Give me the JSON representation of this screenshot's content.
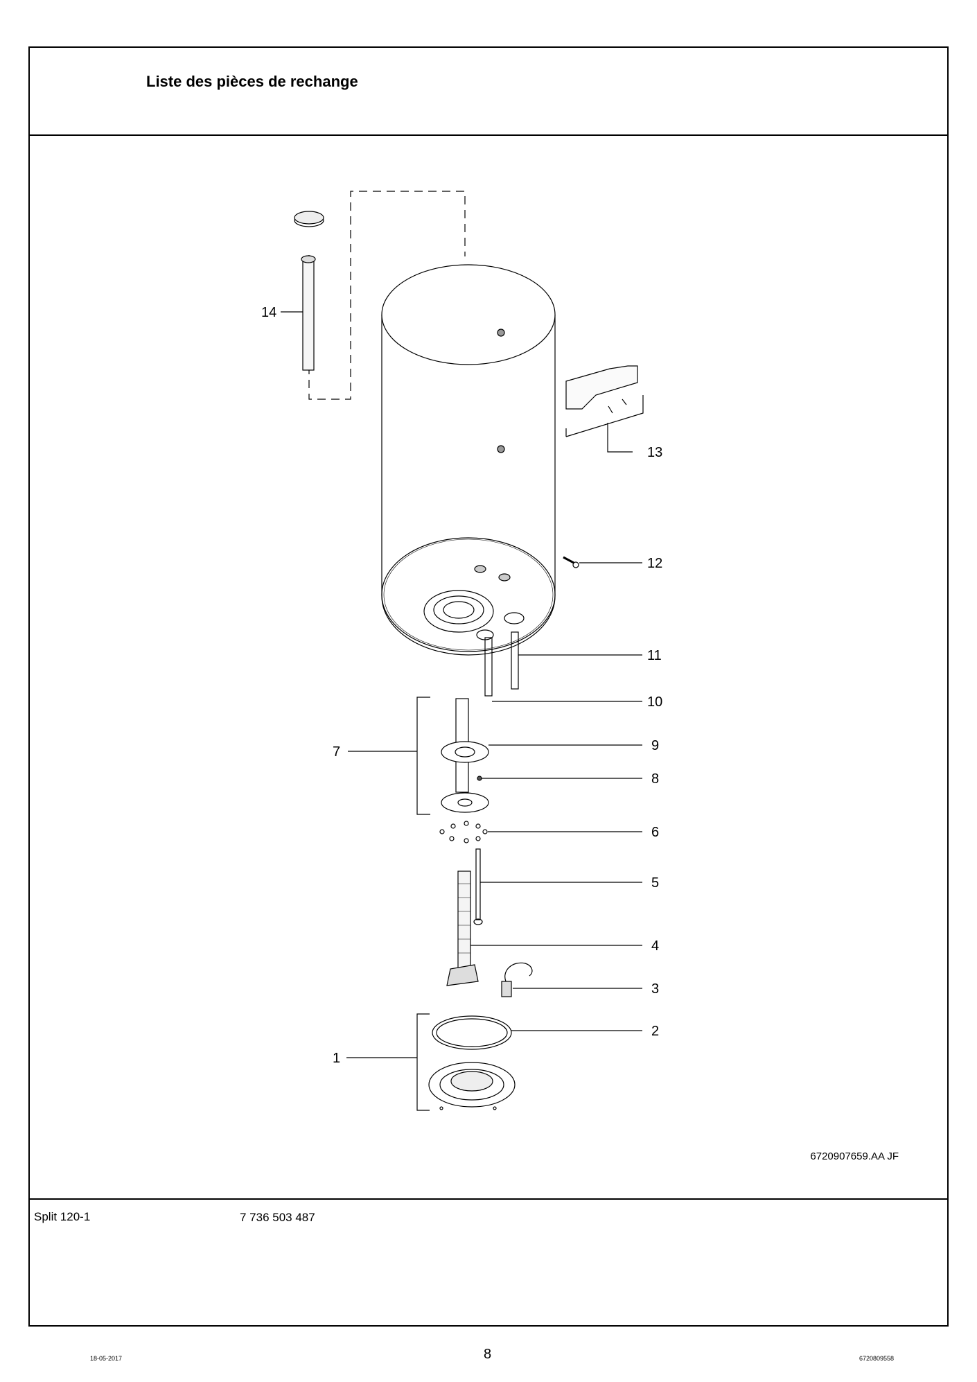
{
  "header": {
    "title": "Liste des pièces de rechange"
  },
  "drawing": {
    "reference": "6720907659.AA   JF",
    "callouts": [
      {
        "number": "1"
      },
      {
        "number": "2"
      },
      {
        "number": "3"
      },
      {
        "number": "4"
      },
      {
        "number": "5"
      },
      {
        "number": "6"
      },
      {
        "number": "7"
      },
      {
        "number": "8"
      },
      {
        "number": "9"
      },
      {
        "number": "10"
      },
      {
        "number": "11"
      },
      {
        "number": "12"
      },
      {
        "number": "13"
      },
      {
        "number": "14"
      }
    ]
  },
  "info": {
    "product": "Split 120-1",
    "article_number": "7 736 503 487"
  },
  "footer": {
    "date": "18-05-2017",
    "page": "8",
    "doc_code": "6720809558"
  }
}
